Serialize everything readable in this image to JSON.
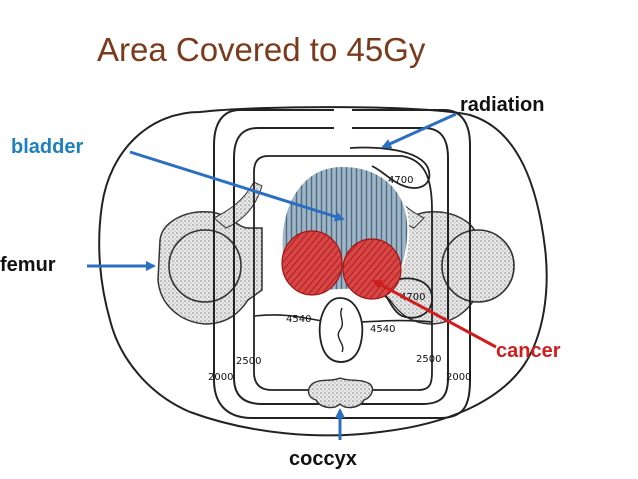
{
  "title": "Area Covered to 45Gy",
  "labels": {
    "radiation": "radiation",
    "bladder": "bladder",
    "femur": "femur",
    "cancer": "cancer",
    "coccyx": "coccyx"
  },
  "isodose_labels": {
    "upper_right": "4700",
    "lower_right": "4700",
    "mid_left": "4540",
    "mid_right": "4540",
    "low_left_inner": "2500",
    "low_left_outer": "2000",
    "low_right_inner": "2500",
    "low_right_outer": "2000"
  },
  "colors": {
    "title": "#7b3a1c",
    "label_blue": "#1f7fbf",
    "arrow_blue": "#2b6fc0",
    "cancer_red": "#d01e1e",
    "bladder_fill": "#7f9db3",
    "tumor_fill": "#d94040"
  }
}
